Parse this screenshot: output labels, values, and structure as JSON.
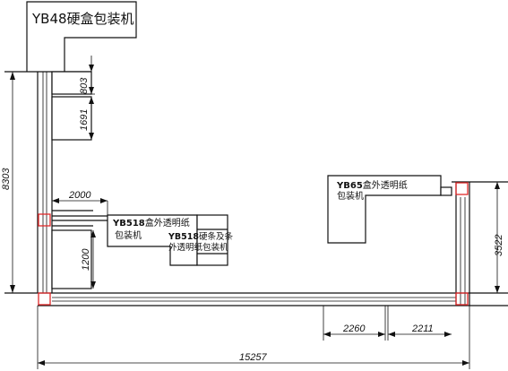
{
  "machines": {
    "yb48": "YB48硬盒包装机",
    "yb518_a": {
      "line1_code": "YB518",
      "line1_text": "盒外透明纸",
      "line2": "包装机"
    },
    "yb518_b": {
      "line1_code": "YB518",
      "line1_text": "硬条及条",
      "line2": "外透明纸包装机"
    },
    "yb65": {
      "line1_code": "YB65",
      "line1_text": "盒外透明纸",
      "line2": "包装机"
    }
  },
  "dimensions": {
    "d803": "803",
    "d1691": "1691",
    "d8303": "8303",
    "d2000": "2000",
    "d1200": "1200",
    "d3522": "3522",
    "d2260": "2260",
    "d2211": "2211",
    "d15257": "15257"
  },
  "colors": {
    "marker": "#e0282a",
    "line": "#111111"
  }
}
